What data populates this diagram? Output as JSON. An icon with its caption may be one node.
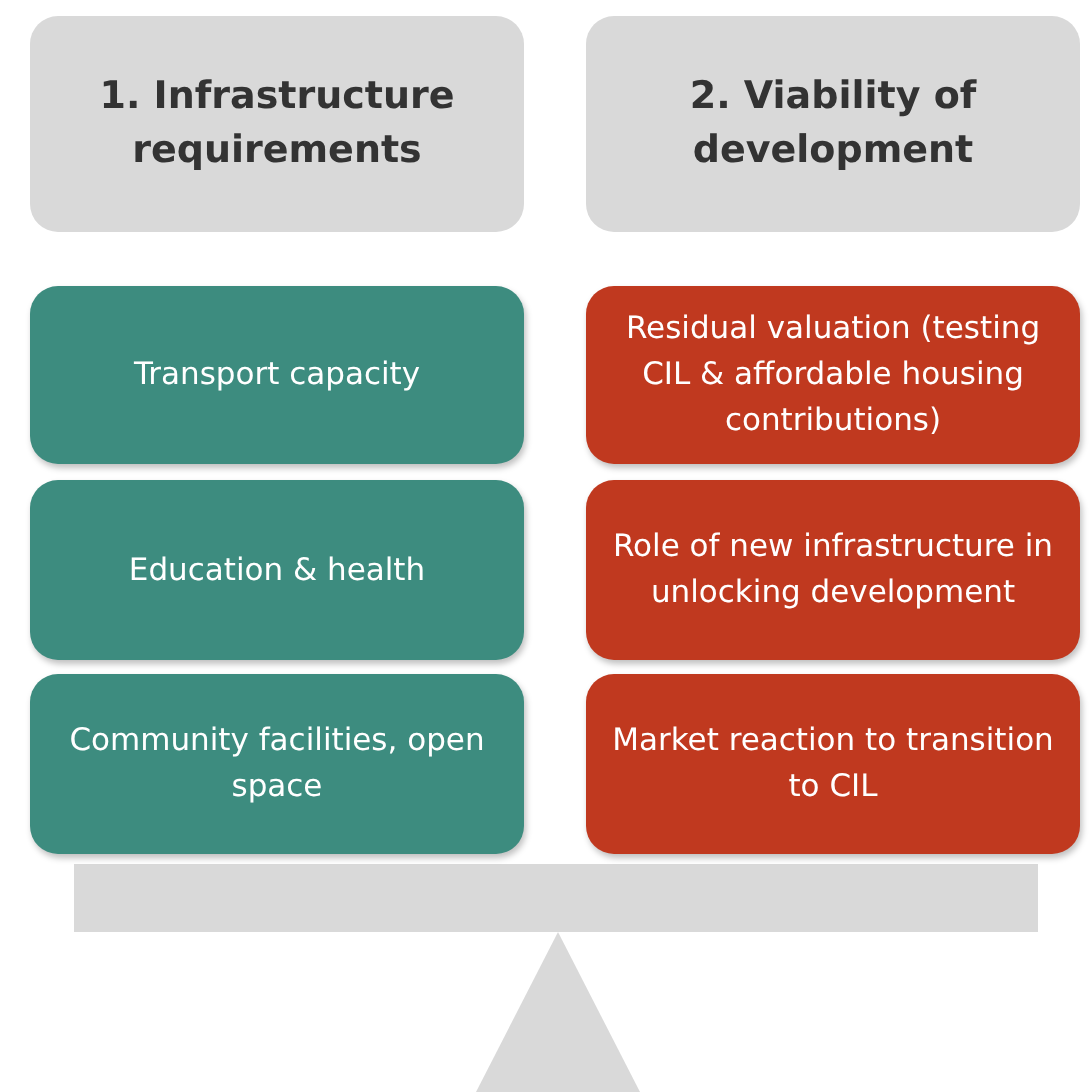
{
  "diagram": {
    "nodes": [
      {
        "text": [
          "1. Infrastructure requirements"
        ]
      },
      {
        "text": [
          "2. Viability of development"
        ]
      },
      {
        "text": [
          "Transport capacity"
        ]
      },
      {
        "text": [
          "Residual valuation (testing CIL & affordable housing contributions)"
        ]
      },
      {
        "text": [
          "Education & health"
        ]
      },
      {
        "text": [
          "Role of new infrastructure in unlocking development"
        ]
      },
      {
        "text": [
          "Community facilities, open space"
        ]
      },
      {
        "text": [
          "Market reaction to transition to CIL"
        ]
      }
    ]
  }
}
